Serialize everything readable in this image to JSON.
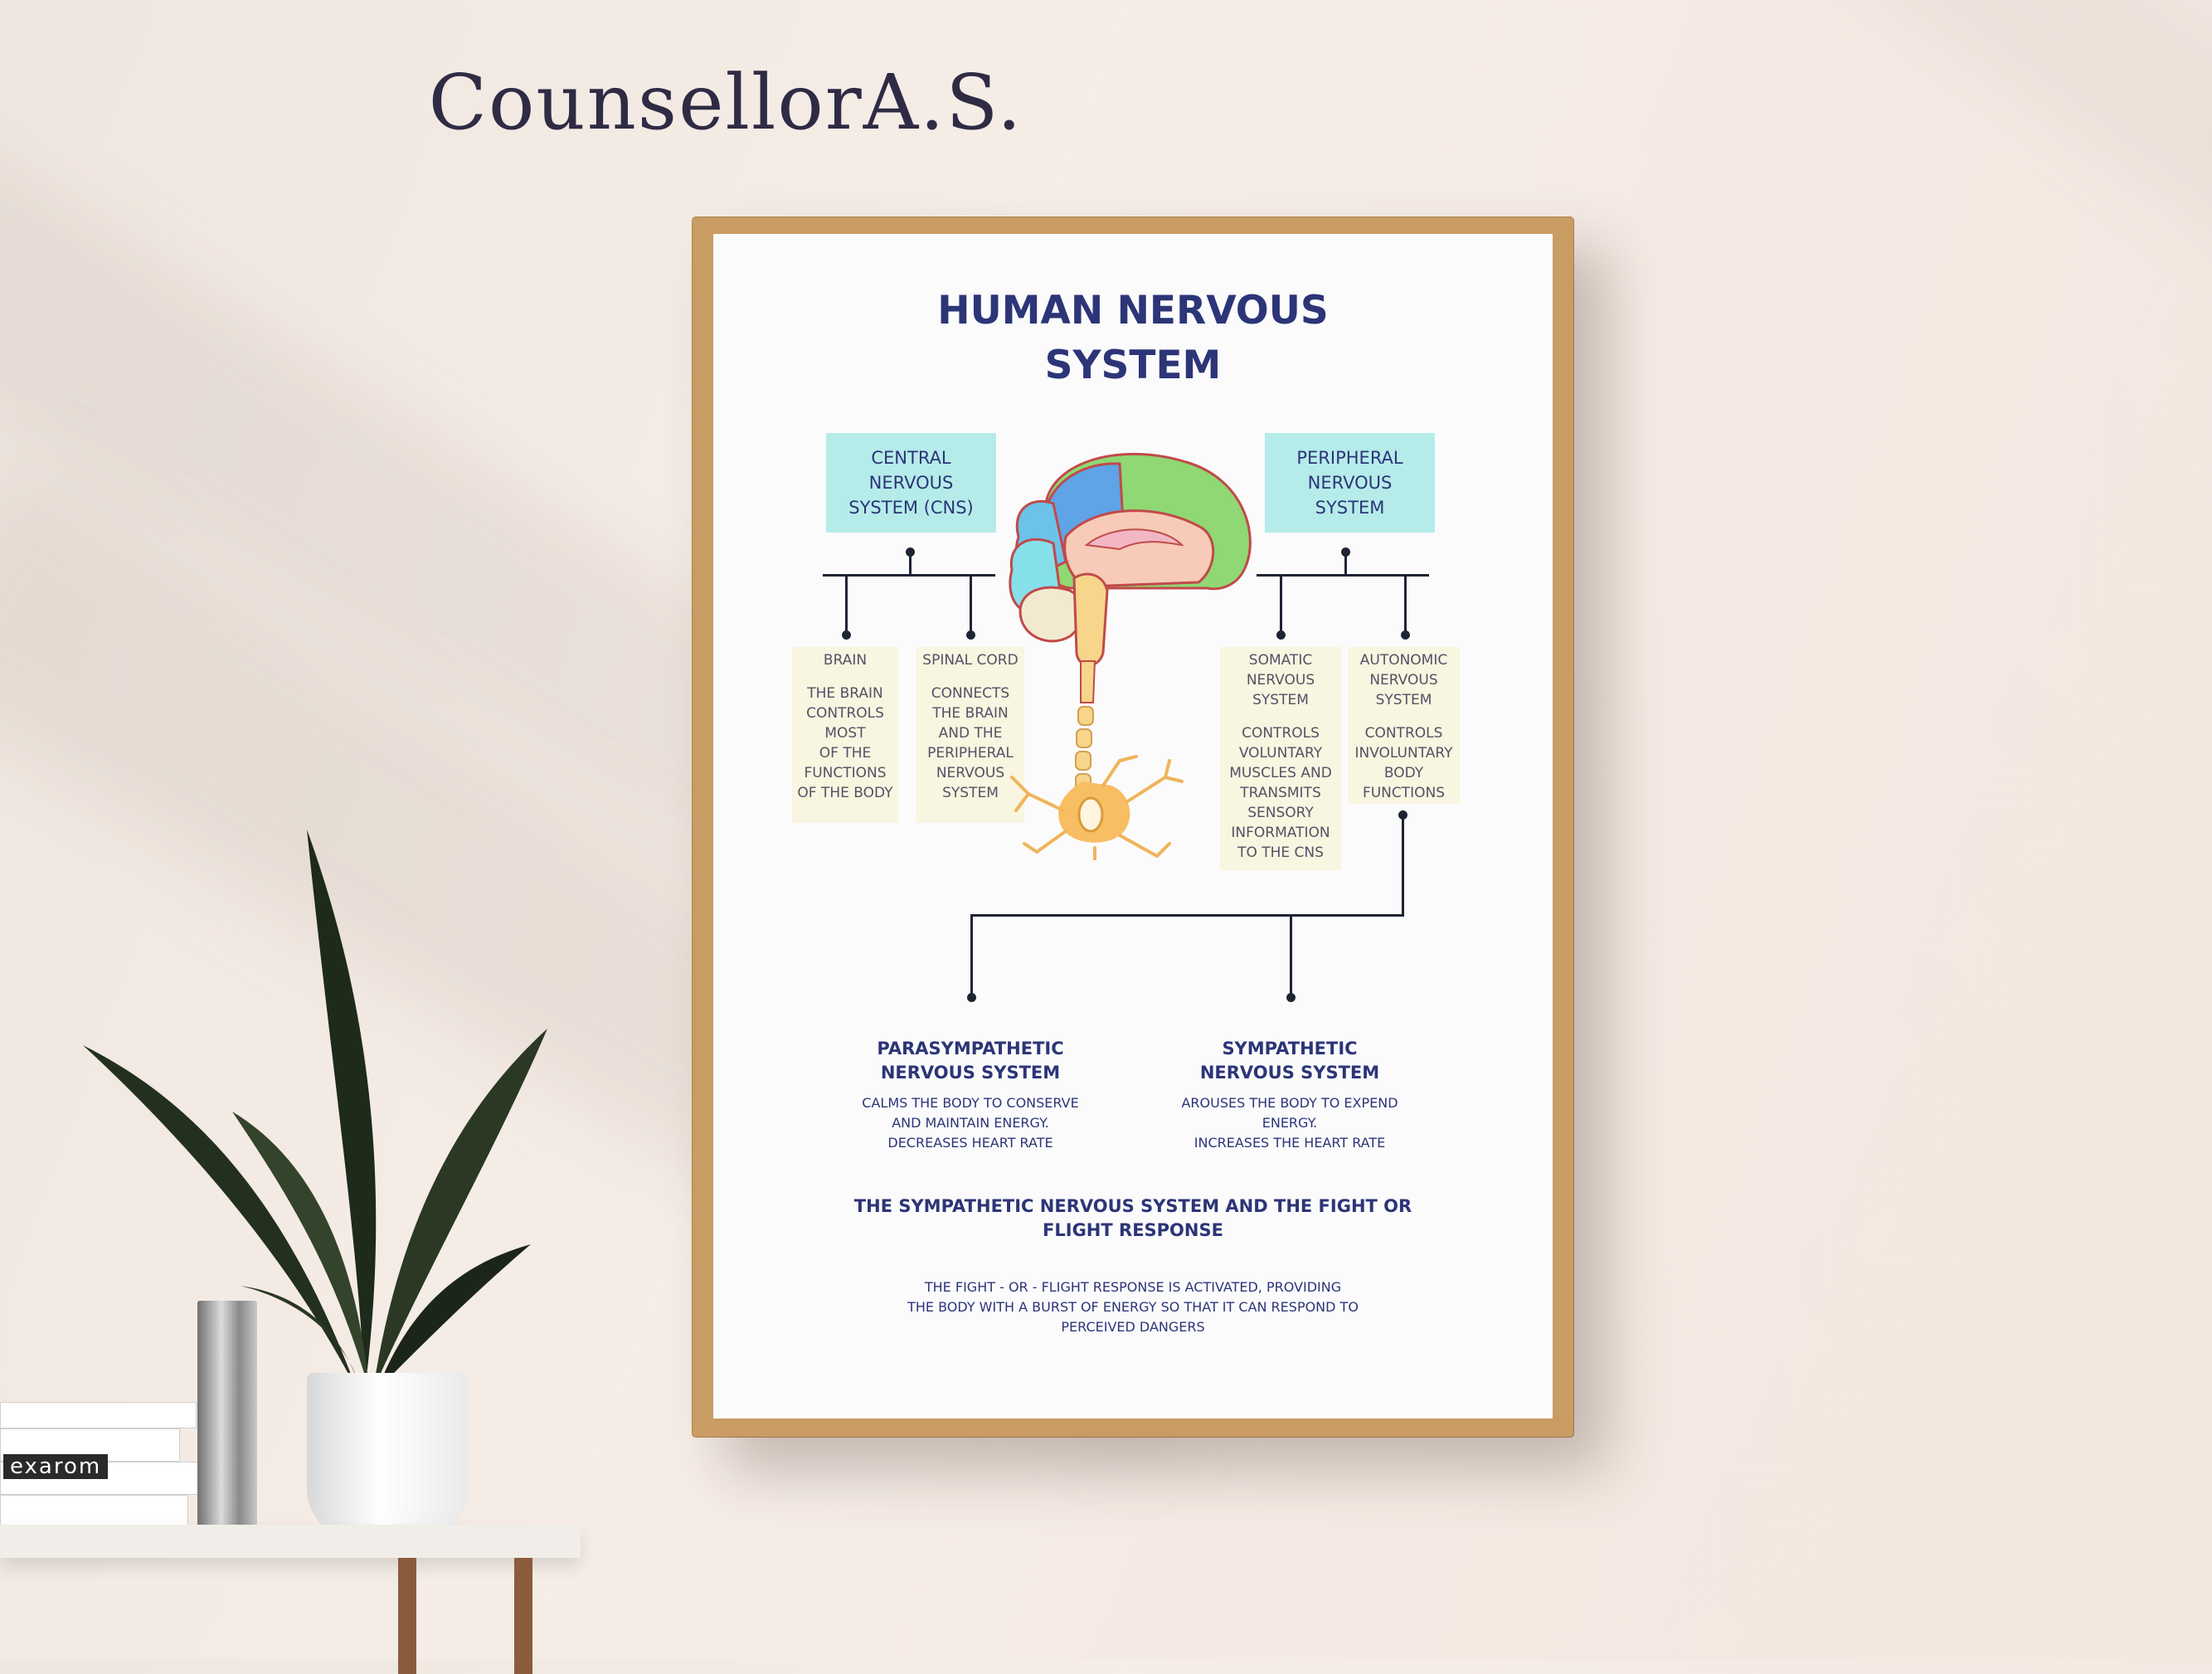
{
  "brand": {
    "name": "CounsellorA.S."
  },
  "poster": {
    "title_lines": [
      "HUMAN NERVOUS",
      "SYSTEM"
    ],
    "cns": {
      "lines": [
        "CENTRAL",
        "NERVOUS",
        "SYSTEM (CNS)"
      ]
    },
    "pns": {
      "lines": [
        "PERIPHERAL",
        "NERVOUS",
        "SYSTEM"
      ]
    },
    "brain": {
      "head": "BRAIN",
      "lines": [
        "THE BRAIN",
        "CONTROLS",
        "MOST",
        "OF THE",
        "FUNCTIONS",
        "OF THE BODY"
      ]
    },
    "spinal_cord": {
      "head": "SPINAL CORD",
      "lines": [
        "CONNECTS",
        "THE BRAIN",
        "AND THE",
        "PERIPHERAL",
        "NERVOUS",
        "SYSTEM"
      ]
    },
    "somatic": {
      "head_lines": [
        "SOMATIC",
        "NERVOUS",
        "SYSTEM"
      ],
      "lines": [
        "CONTROLS",
        "VOLUNTARY",
        "MUSCLES AND",
        "TRANSMITS",
        "SENSORY",
        "INFORMATION",
        "TO THE CNS"
      ]
    },
    "autonomic": {
      "head_lines": [
        "AUTONOMIC",
        "NERVOUS",
        "SYSTEM"
      ],
      "lines": [
        "CONTROLS",
        "INVOLUNTARY",
        "BODY",
        "FUNCTIONS"
      ]
    },
    "parasympathetic": {
      "head_lines": [
        "PARASYMPATHETIC",
        "NERVOUS SYSTEM"
      ],
      "lines": [
        "CALMS THE BODY TO CONSERVE",
        "AND MAINTAIN ENERGY.",
        "DECREASES HEART RATE"
      ]
    },
    "sympathetic": {
      "head_lines": [
        "SYMPATHETIC",
        "NERVOUS SYSTEM"
      ],
      "lines": [
        "AROUSES THE BODY TO EXPEND",
        "ENERGY.",
        "INCREASES THE HEART RATE"
      ]
    },
    "fight_title_lines": [
      "THE SYMPATHETIC NERVOUS SYSTEM AND THE FIGHT OR",
      "FLIGHT RESPONSE"
    ],
    "fight_desc_lines": [
      "THE FIGHT - OR - FLIGHT RESPONSE IS ACTIVATED, PROVIDING",
      "THE BODY WITH A BURST OF ENERGY SO THAT IT CAN RESPOND TO",
      "PERCEIVED DANGERS"
    ]
  },
  "decor": {
    "book_spine_text": "exarom"
  },
  "colors": {
    "title": "#2c3577",
    "box_cyan": "#b5ecea",
    "box_cream": "#f8f5e0",
    "frame": "#c89c62"
  }
}
